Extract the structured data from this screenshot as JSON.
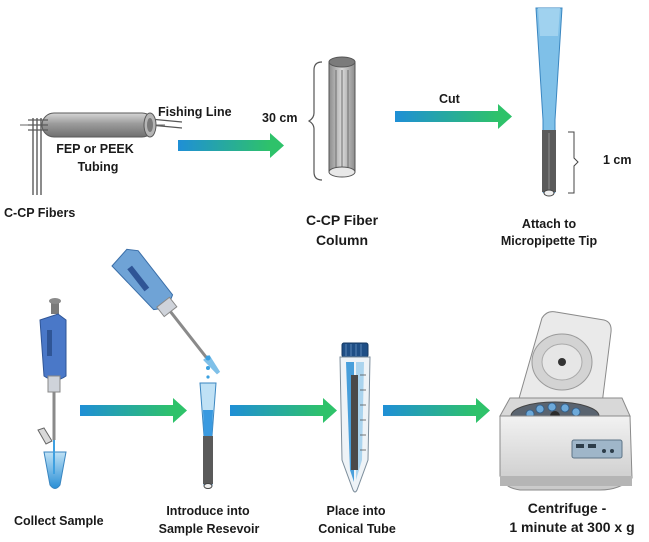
{
  "labels": {
    "fishing_line": "Fishing Line",
    "tubing_line1": "FEP or PEEK",
    "tubing_line2": "Tubing",
    "fibers": "C-CP Fibers",
    "length_30cm": "30 cm",
    "column_line1": "C-CP Fiber",
    "column_line2": "Column",
    "cut": "Cut",
    "length_1cm": "1 cm",
    "attach_line1": "Attach to",
    "attach_line2": "Micropipette Tip",
    "collect": "Collect Sample",
    "introduce_line1": "Introduce into",
    "introduce_line2": "Sample Resevoir",
    "place_line1": "Place into",
    "place_line2": "Conical Tube",
    "centrifuge_line1": "Centrifuge -",
    "centrifuge_line2": "1 minute at 300 x g"
  },
  "colors": {
    "arrow_start": "#1f8fd6",
    "arrow_end": "#2ec26a",
    "tube_gray": "#9a9a9a",
    "pipette_blue": "#4a78c8",
    "cap_blue": "#1f4f86"
  },
  "icons": [
    "tubing-icon",
    "fiber-column-icon",
    "micropipette-tip-icon",
    "pipette-icon",
    "conical-tube-icon",
    "centrifuge-icon"
  ]
}
